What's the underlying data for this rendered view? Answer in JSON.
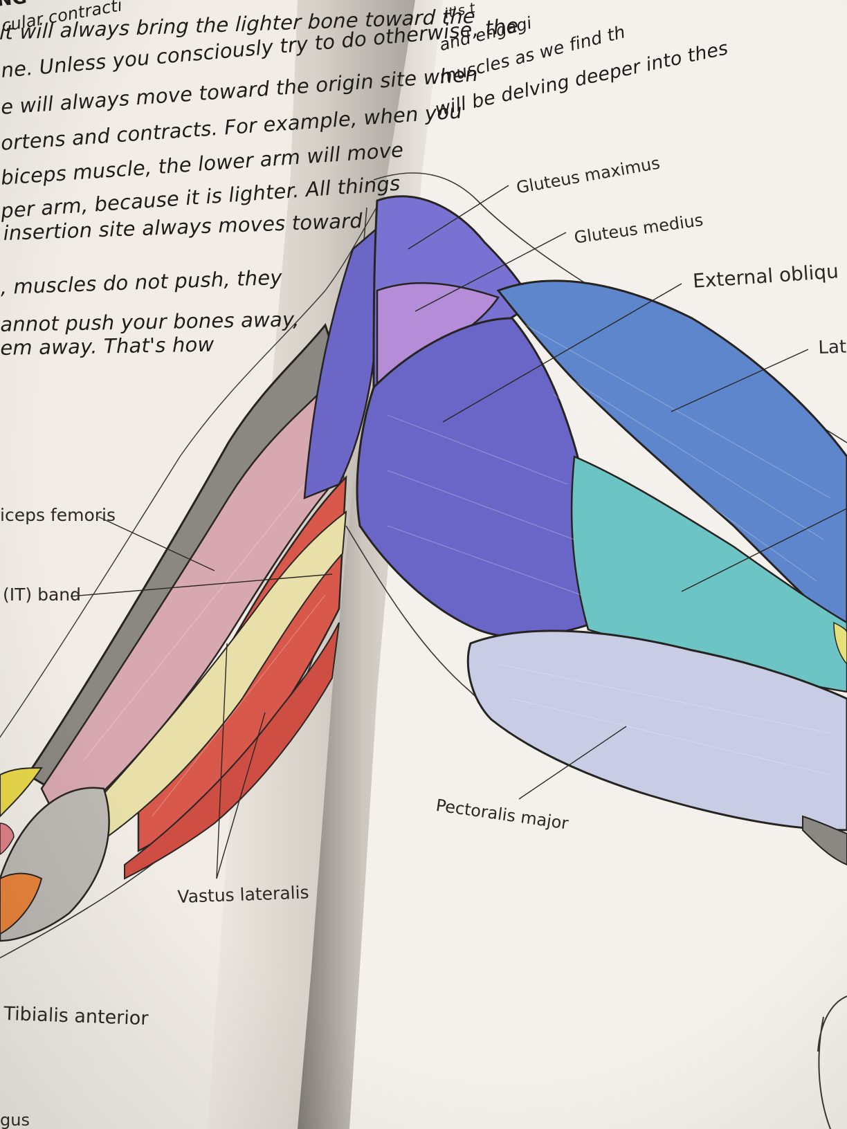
{
  "left_page": {
    "heading_fragment": "NG",
    "lines": [
      "cular contracti",
      "it will always bring the lighter bone toward the",
      "ne. Unless you consciously try to do otherwise, the",
      "e will always move toward the origin site when",
      "ortens and contracts. For example, when you",
      "biceps muscle, the lower arm will move",
      "per arm, because it is lighter. All things",
      "insertion site always moves toward",
      ", muscles do not push, they",
      "annot push your bones away,",
      "em away. That's how"
    ],
    "labels": {
      "biceps_femoris": "iceps femoris",
      "it_band": "(IT) band",
      "vastus_lateralis": "Vastus lateralis",
      "tibialis_anterior": "Tibialis anterior",
      "bottom_fragment": "gus"
    }
  },
  "right_page": {
    "lines": [
      "it's t",
      "and engagi",
      "muscles as we find th",
      "will be delving deeper into thes"
    ],
    "labels": {
      "gluteus_maximus": "Gluteus maximus",
      "gluteus_medius": "Gluteus medius",
      "external_oblique": "External obliqu",
      "latissimus": "Lat",
      "pectoralis_major": "Pectoralis major"
    }
  },
  "colors": {
    "page": "#f1ede6",
    "gutter_shadow": "#6e6862",
    "gluteus_purple": "#7068c8",
    "gluteus_medius_violet": "#b48cd8",
    "external_oblique_blue": "#5e86cc",
    "latissimus_blue": "#4f78c4",
    "serratus_teal": "#6cc4c4",
    "pectoralis_lavender": "#c8cce4",
    "quad_pink": "#d8a8b0",
    "vastus_red": "#d8584c",
    "it_band_yellow": "#e8e0a8"
  }
}
